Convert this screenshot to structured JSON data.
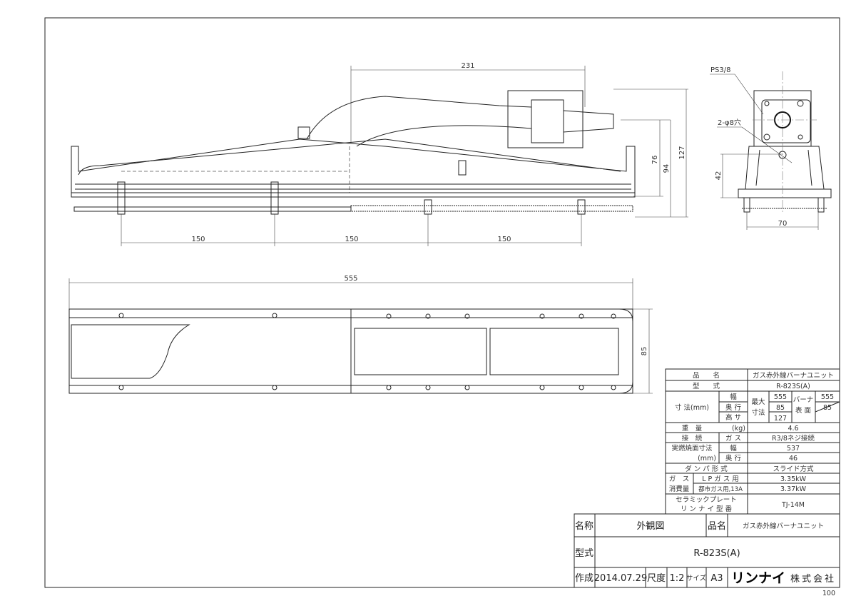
{
  "side_view": {
    "dim_length": "231",
    "dim_76": "76",
    "dim_94": "94",
    "dim_127": "127",
    "pitch_1": "150",
    "pitch_2": "150",
    "pitch_3": "150"
  },
  "end_view": {
    "thread_label": "PS3/8",
    "hole_label": "2-φ8穴",
    "dim_height": "42",
    "dim_width": "70"
  },
  "plan_view": {
    "dim_length": "555",
    "dim_depth": "85"
  },
  "spec_table": {
    "product_name_label": "品　　名",
    "product_name": "ガス赤外線バーナユニット",
    "model_label": "型　　式",
    "model": "R-823S(A)",
    "dims_label": "寸 法(mm)",
    "width_label": "幅",
    "depth_label": "奥 行",
    "height_label": "高 サ",
    "max_dims_label_1": "最大",
    "max_dims_label_2": "寸法",
    "max_width": "555",
    "max_depth": "85",
    "max_height": "127",
    "burner_label_1": "バーナ",
    "burner_label_2": "表 面",
    "burner_width": "555",
    "burner_depth": "85",
    "weight_label": "重　量",
    "weight_unit": "(kg)",
    "weight": "4.6",
    "connection_label": "接　続",
    "connection_gas": "ガ ス",
    "connection": "R3/8ネジ接続",
    "burn_area_label": "実燃焼面寸法",
    "burn_area_unit": "(mm)",
    "burn_width_label": "幅",
    "burn_depth_label": "奥 行",
    "burn_width": "537",
    "burn_depth": "46",
    "damper_label": "ダ ン パ 形 式",
    "damper": "スライド方式",
    "gas_label": "ガ　ス",
    "consumption_label": "消費量",
    "lp_label": "L P ガ ス 用",
    "lp_value": "3.35kW",
    "city_label": "都市ガス用,13A",
    "city_value": "3.37kW",
    "plate_label_1": "セラミックプレート",
    "plate_label_2": "リ ン ナ イ 型 番",
    "plate_model": "TJ-14M"
  },
  "title_block": {
    "name_label": "名称",
    "name": "外観図",
    "product_label": "品名",
    "product": "ガス赤外線バーナユニット",
    "model_label": "型式",
    "model": "R-823S(A)",
    "created_label": "作成",
    "created": "2014.07.29",
    "scale_label": "尺度",
    "scale": "1:2",
    "size_label": "サイズ",
    "size": "A3",
    "company_logo": "リンナイ",
    "company_suffix": "株式会社"
  },
  "page_number": "100"
}
